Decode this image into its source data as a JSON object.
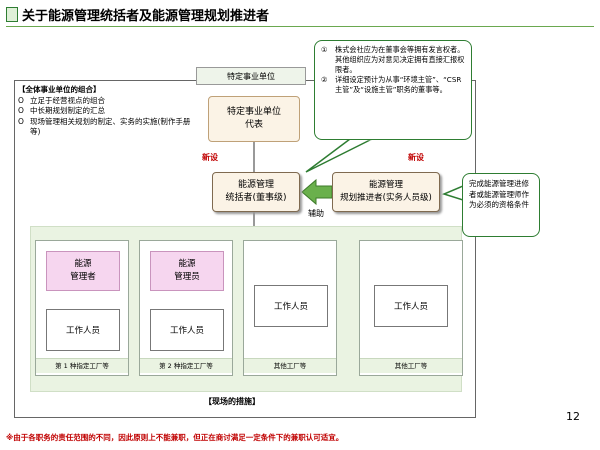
{
  "header": {
    "title": "关于能源管理统括者及能源管理规划推进者"
  },
  "org": {
    "tag": "特定事业单位",
    "representative": {
      "line1": "特定事业单位",
      "line2": "代表"
    },
    "general_manager": {
      "line1": "能源管理",
      "line2": "统括者(董事级)"
    },
    "planner": {
      "line1": "能源管理",
      "line2": "规划推进者(实务人员级)"
    },
    "new_label_left": "新设",
    "new_label_right": "新设",
    "assist_label": "辅助"
  },
  "entity": {
    "heading": "【全体事业单位的组合】",
    "items": [
      {
        "bullet": "O",
        "text": "立足于经营视点的组合"
      },
      {
        "bullet": "O",
        "text": "中长期规划制定的汇总"
      },
      {
        "bullet": "O",
        "text": "现场管理相关规划的制定、实务的实施(制作手册等)"
      }
    ]
  },
  "callouts": {
    "director": [
      {
        "num": "①",
        "text": "株式会社应为在董事会等拥有发言权者。其他组织应为对意见决定拥有直接汇报权限者。"
      },
      {
        "num": "②",
        "text": "详细设定预计为从事“环境主管”、“CSR 主管”及“设施主管”职务的董事等。"
      }
    ],
    "qualification": "完成能源管理进修者或能源管理师作为必须的资格条件"
  },
  "plants": [
    {
      "pink": {
        "line1": "能源",
        "line2": "管理者"
      },
      "worker": "工作人员",
      "label": "第 1 种指定工厂等"
    },
    {
      "pink": {
        "line1": "能源",
        "line2": "管理员"
      },
      "worker": "工作人员",
      "label": "第 2 种指定工厂等"
    },
    {
      "worker": "工作人员",
      "label": "其他工厂等"
    },
    {
      "worker": "工作人员",
      "label": "其他工厂等"
    }
  ],
  "onsite_label": "【现场的措施】",
  "page_number": "12",
  "footnote": "※由于各职务的责任范围的不同，因此原则上不能兼职，但正在商讨满足一定条件下的兼职认可适宜。"
}
